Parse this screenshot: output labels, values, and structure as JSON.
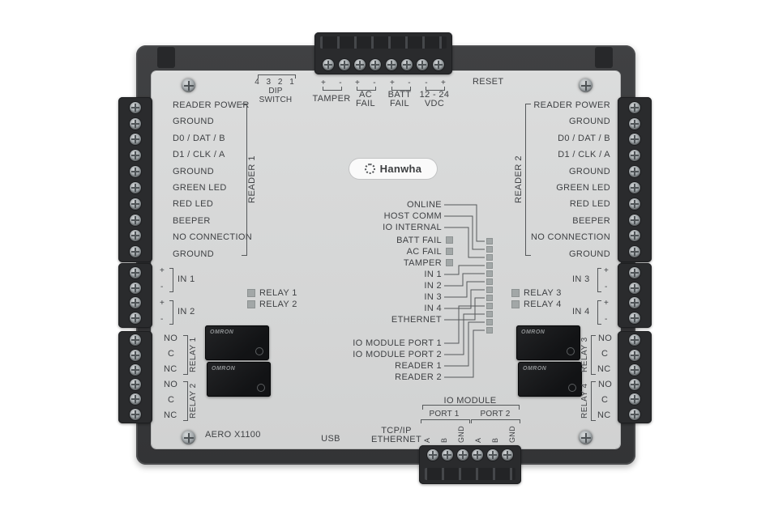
{
  "colors": {
    "frame": "#3a3b3d",
    "panel": "#d6d7d7",
    "text": "#3f4144",
    "led": "#a2a7a7"
  },
  "brand": {
    "name": "Hanwha"
  },
  "model": "AERO X1100",
  "top": {
    "dip_numbers": "4 3 2 1",
    "dip_label_1": "DIP",
    "dip_label_2": "SWITCH",
    "reset_label": "RESET",
    "terminal_groups": [
      {
        "name_line1": "TAMPER",
        "name_line2": "",
        "pol_left": "+",
        "pol_right": "-"
      },
      {
        "name_line1": "AC",
        "name_line2": "FAIL",
        "pol_left": "+",
        "pol_right": "-"
      },
      {
        "name_line1": "BATT",
        "name_line2": "FAIL",
        "pol_left": "+",
        "pol_right": "-"
      },
      {
        "name_line1": "12 - 24",
        "name_line2": "VDC",
        "pol_left": "-",
        "pol_right": "+"
      }
    ]
  },
  "reader1": {
    "title": "READER 1",
    "pins": [
      "READER POWER",
      "GROUND",
      "D0 / DAT / B",
      "D1 / CLK / A",
      "GROUND",
      "GREEN LED",
      "RED LED",
      "BEEPER",
      "NO CONNECTION",
      "GROUND"
    ]
  },
  "reader2": {
    "title": "READER 2",
    "pins": [
      "READER POWER",
      "GROUND",
      "D0 / DAT / B",
      "D1 / CLK / A",
      "GROUND",
      "GREEN LED",
      "RED LED",
      "BEEPER",
      "NO CONNECTION",
      "GROUND"
    ]
  },
  "inputs_left": [
    {
      "label": "IN 1",
      "plus": "+",
      "minus": "-"
    },
    {
      "label": "IN 2",
      "plus": "+",
      "minus": "-"
    }
  ],
  "inputs_right": [
    {
      "label": "IN 3",
      "plus": "+",
      "minus": "-"
    },
    {
      "label": "IN 4",
      "plus": "+",
      "minus": "-"
    }
  ],
  "relay_leds_left": [
    {
      "label": "RELAY 1"
    },
    {
      "label": "RELAY 2"
    }
  ],
  "relay_leds_right": [
    {
      "label": "RELAY 3"
    },
    {
      "label": "RELAY 4"
    }
  ],
  "relay_blocks_left": [
    {
      "title": "RELAY 1",
      "pins": [
        "NO",
        "C",
        "NC"
      ]
    },
    {
      "title": "RELAY 2",
      "pins": [
        "NO",
        "C",
        "NC"
      ]
    }
  ],
  "relay_blocks_right": [
    {
      "title": "RELAY 3",
      "pins": [
        "NO",
        "C",
        "NC"
      ]
    },
    {
      "title": "RELAY 4",
      "pins": [
        "NO",
        "C",
        "NC"
      ]
    }
  ],
  "relay_component": {
    "brand": "OMRON"
  },
  "status": {
    "top_group": [
      "ONLINE",
      "HOST COMM",
      "IO INTERNAL"
    ],
    "led_labels": [
      "BATT FAIL",
      "AC FAIL",
      "TAMPER"
    ],
    "input_group": [
      "IN 1",
      "IN 2",
      "IN 3",
      "IN 4",
      "ETHERNET"
    ],
    "bottom_group": [
      "IO MODULE PORT 1",
      "IO MODULE PORT 2",
      "READER 1",
      "READER 2"
    ]
  },
  "bottom": {
    "model": "AERO X1100",
    "usb_label": "USB",
    "tcpip_line1": "TCP/IP",
    "tcpip_line2": "ETHERNET",
    "io_module_label": "IO MODULE",
    "ports": [
      {
        "label": "PORT 1",
        "pins": [
          "A",
          "B",
          "GND"
        ]
      },
      {
        "label": "PORT 2",
        "pins": [
          "A",
          "B",
          "GND"
        ]
      }
    ]
  }
}
